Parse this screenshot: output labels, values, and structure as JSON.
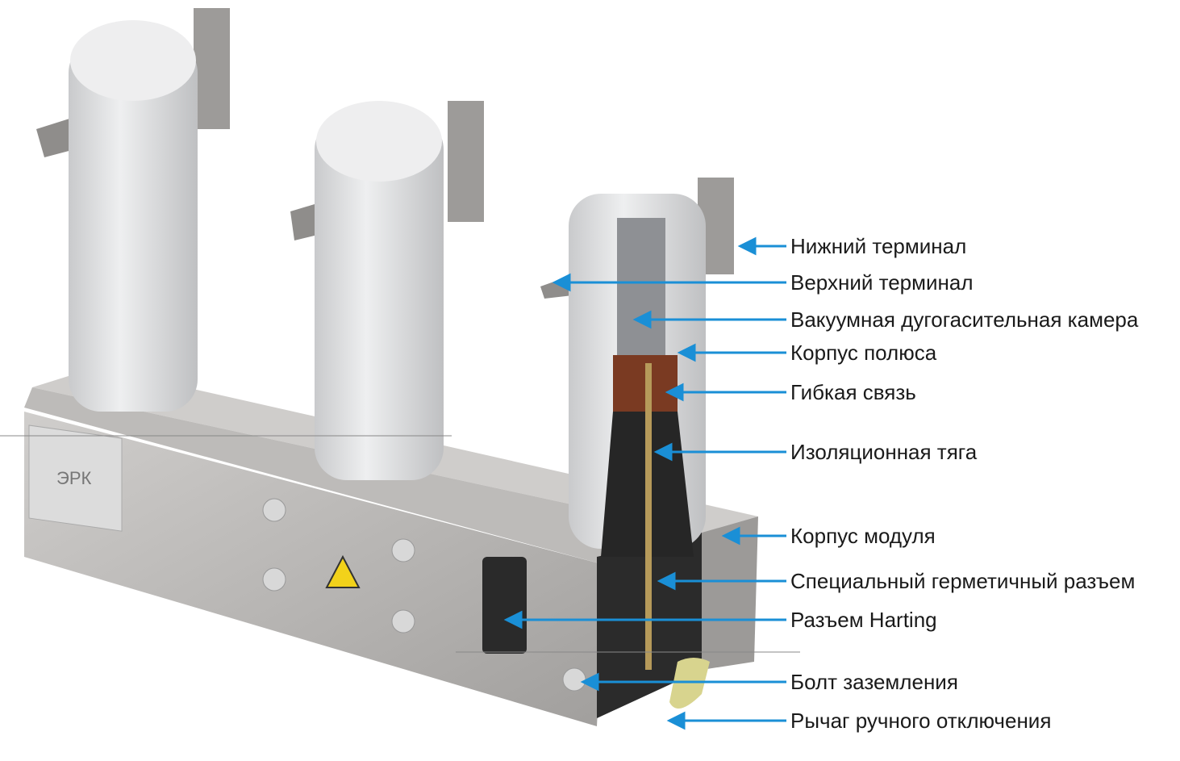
{
  "title": "Vacuum circuit breaker module components",
  "logo_text": "ЭРК",
  "colors": {
    "arrow": "#1a8fd6",
    "text": "#1a1a1a",
    "steel": "#b9b7b5",
    "insulator": "#e2e3e4"
  },
  "labels": [
    {
      "id": "lower-terminal",
      "text": "Нижний терминал"
    },
    {
      "id": "upper-terminal",
      "text": "Верхний терминал"
    },
    {
      "id": "vacuum-interrupter",
      "text": "Вакуумная дугогасительная камера"
    },
    {
      "id": "pole-housing",
      "text": "Корпус полюса"
    },
    {
      "id": "flexible-connector",
      "text": "Гибкая связь"
    },
    {
      "id": "insulating-rod",
      "text": "Изоляционная тяга"
    },
    {
      "id": "module-housing",
      "text": "Корпус модуля"
    },
    {
      "id": "sealed-connector",
      "text": "Специальный герметичный разъем"
    },
    {
      "id": "harting-connector",
      "text": "Разъем Harting"
    },
    {
      "id": "grounding-bolt",
      "text": "Болт заземления"
    },
    {
      "id": "manual-trip-lever",
      "text": "Рычаг ручного отключения"
    }
  ]
}
